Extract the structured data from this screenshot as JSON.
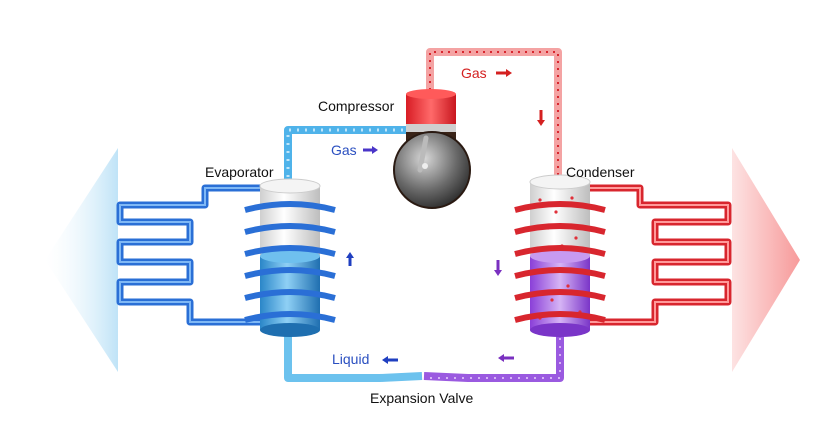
{
  "labels": {
    "compressor": "Compressor",
    "evaporator": "Evaporator",
    "condenser": "Condenser",
    "gas_blue": "Gas",
    "gas_red": "Gas",
    "liquid": "Liquid",
    "expansion_valve": "Expansion Valve"
  },
  "colors": {
    "cold": "#2f7de0",
    "hot": "#e0303a",
    "mixed": "#9a5ae0",
    "arrow_blue": "#1f3fc0",
    "arrow_red": "#d42020",
    "arrow_purple": "#7a30c0"
  }
}
